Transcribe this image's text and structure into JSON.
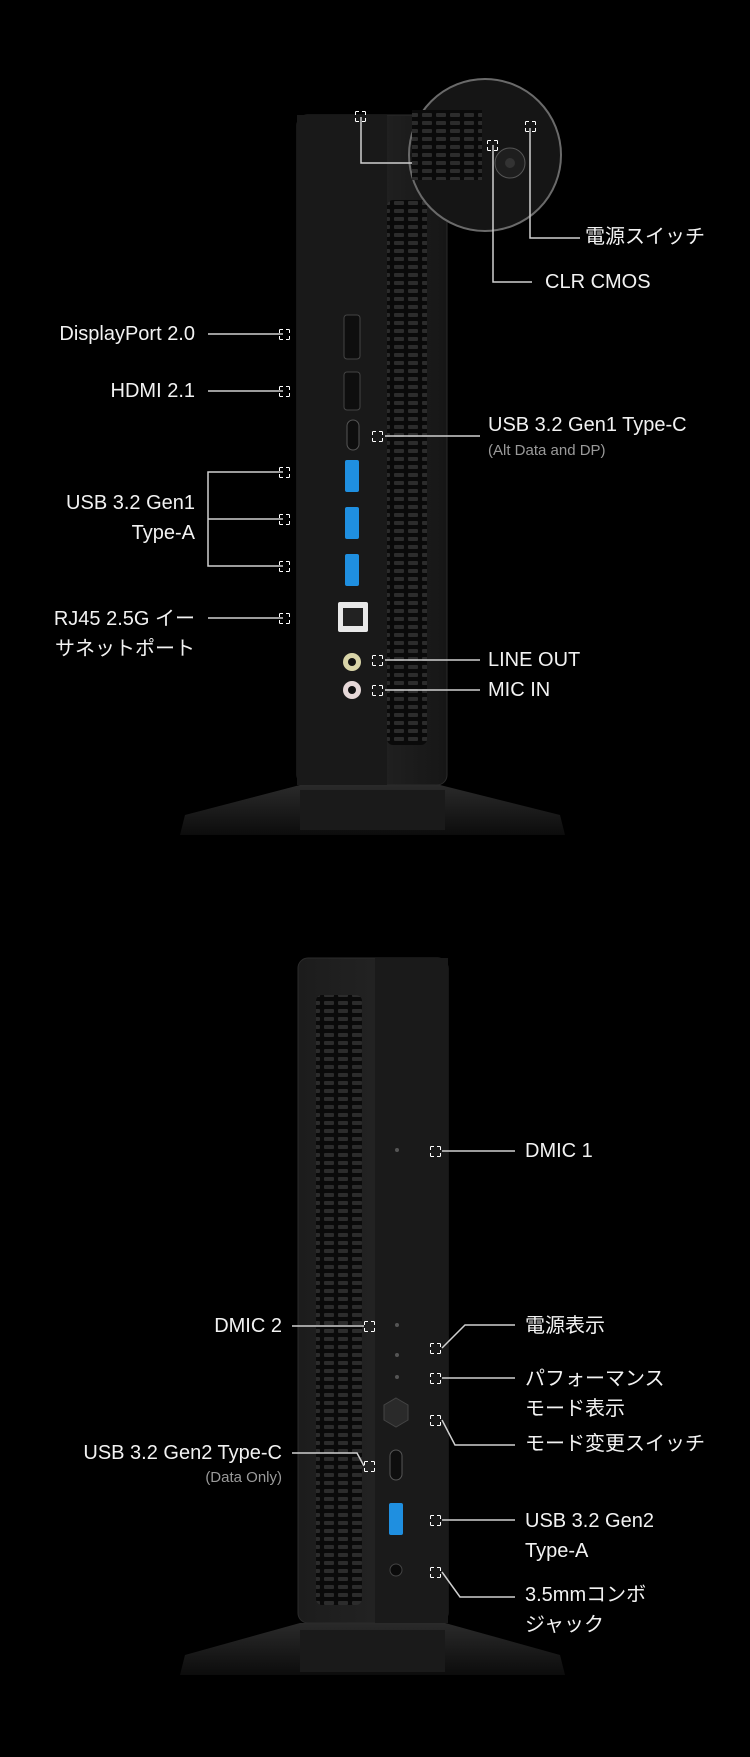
{
  "front": {
    "labels": {
      "power_switch": "電源スイッチ",
      "clr_cmos": "CLR CMOS",
      "displayport": "DisplayPort 2.0",
      "hdmi": "HDMI 2.1",
      "usb_c_front": "USB 3.2 Gen1 Type-C",
      "usb_c_front_sub": "(Alt Data and DP)",
      "usb_a_front": "USB 3.2 Gen1\nType-A",
      "rj45": "RJ45 2.5G イー\nサネットポート",
      "line_out": "LINE OUT",
      "mic_in": "MIC IN"
    }
  },
  "back": {
    "labels": {
      "dmic1": "DMIC 1",
      "dmic2": "DMIC 2",
      "power_led": "電源表示",
      "perf_led": "パフォーマンス\nモード表示",
      "mode_switch": "モード変更スイッチ",
      "usb_c_back": "USB 3.2 Gen2 Type-C",
      "usb_c_back_sub": "(Data Only)",
      "usb_a_back": "USB 3.2 Gen2\nType-A",
      "combo_jack": "3.5mmコンボ\nジャック"
    }
  },
  "colors": {
    "accent_usb": "#1f8fe0",
    "device": "#141414",
    "line": "#cfcfcf"
  }
}
